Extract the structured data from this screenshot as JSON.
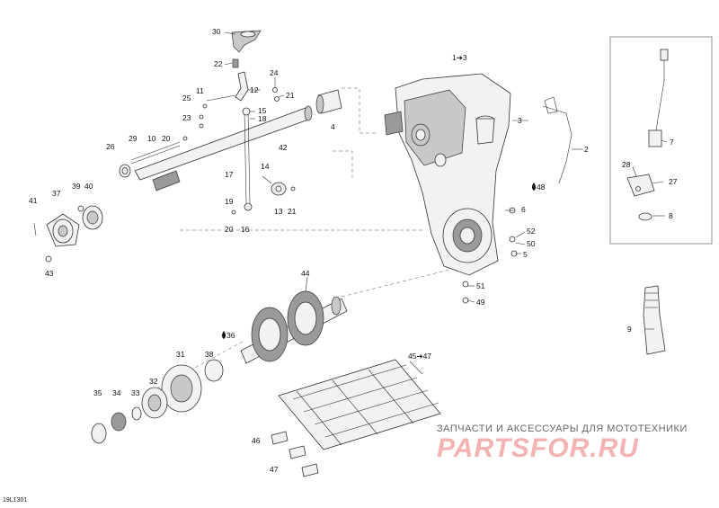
{
  "callouts": {
    "c30": "30",
    "c22": "22",
    "c24": "24",
    "c12": "12",
    "c25": "25",
    "c11": "11",
    "c21a": "21",
    "c23": "23",
    "c15": "15",
    "c18": "18",
    "c20a": "20",
    "c10": "10",
    "c29": "29",
    "c26": "26",
    "c42": "42",
    "c4": "4",
    "c1to3": "1➔3",
    "c3": "3",
    "c2": "2",
    "c7": "7",
    "c28": "28",
    "c27": "27",
    "c8": "8",
    "c48": "48",
    "c6": "6",
    "c52": "52",
    "c50": "50",
    "c5": "5",
    "c51": "51",
    "c49": "49",
    "c9": "9",
    "c17": "17",
    "c14": "14",
    "c19": "19",
    "c13": "13",
    "c21b": "21",
    "c20b": "20",
    "c16": "16",
    "c41": "41",
    "c37": "37",
    "c39": "39",
    "c40": "40",
    "c43": "43",
    "c44": "44",
    "c36": "36",
    "c31": "31",
    "c38": "38",
    "c32": "32",
    "c35": "35",
    "c34": "34",
    "c33": "33",
    "c45to47": "45➔47",
    "c46": "46",
    "c47": "47"
  },
  "watermark": {
    "title": "ЗАПЧАСТИ И АКСЕССУАРЫ ДЛЯ МОТОТЕХНИКИ",
    "brand": "PARTSFOR.RU"
  },
  "reference_code": "19L1301"
}
